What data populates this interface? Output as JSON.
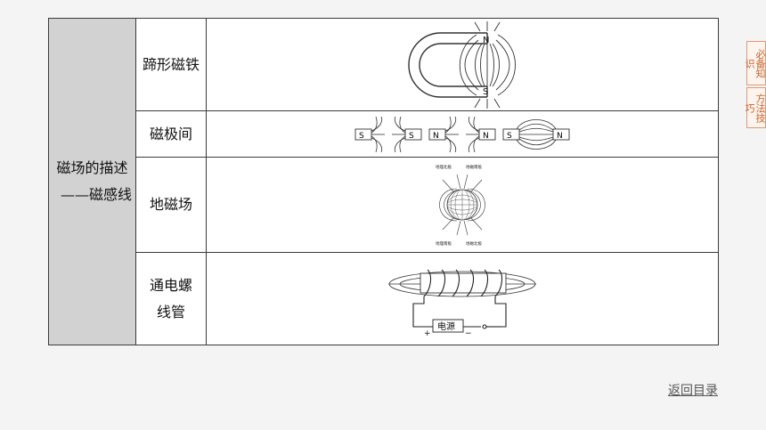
{
  "table": {
    "category_line1": "磁场的描述",
    "category_line2": "——磁感线",
    "rows": [
      {
        "label": "蹄形磁铁"
      },
      {
        "label": "磁极间"
      },
      {
        "label": "地磁场"
      },
      {
        "label_line1": "通电螺",
        "label_line2": "线管"
      }
    ]
  },
  "figures": {
    "horseshoe": {
      "pole_n": "N",
      "pole_s": "S"
    },
    "poles": {
      "pairs": [
        [
          "S",
          "S"
        ],
        [
          "N",
          "N"
        ],
        [
          "S",
          "N"
        ]
      ]
    },
    "earth": {
      "top_left": "地理北极",
      "top_right": "地磁南极",
      "bottom_left": "地理南极",
      "bottom_right": "地磁北极"
    },
    "solenoid": {
      "power_label": "电源",
      "plus": "+",
      "minus": "−"
    }
  },
  "side_tabs": [
    "必备知识",
    "方法技巧"
  ],
  "back_link": "返回目录"
}
